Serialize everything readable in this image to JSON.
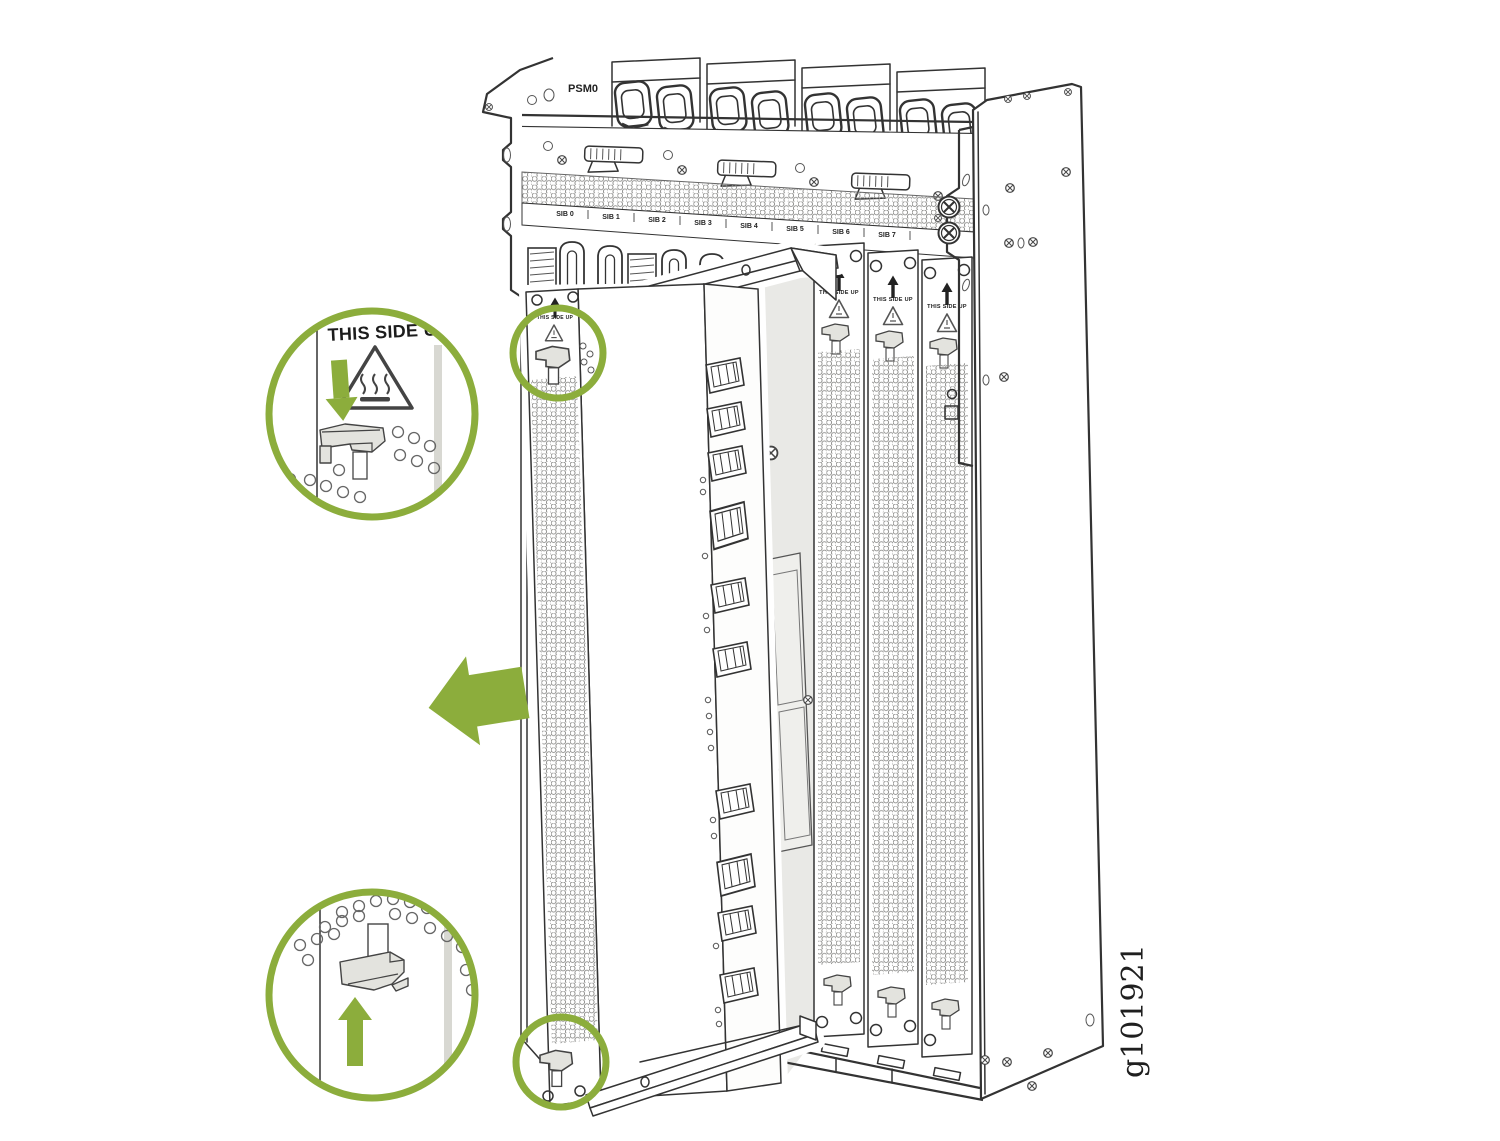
{
  "figure": {
    "id": "g101921"
  },
  "colors": {
    "accent_green": "#8cad3c",
    "line": "#333333",
    "panel_gray": "#e9e9e6",
    "latch_gray": "#e3e3de"
  },
  "labels": {
    "psm_slot": "PSM0",
    "this_side_up": "THIS SIDE UP",
    "sib_slots": [
      "SIB 0",
      "SIB 1",
      "SIB 2",
      "SIB 3",
      "SIB 4",
      "SIB 5",
      "SIB 6",
      "SIB 7"
    ]
  },
  "icons": {
    "callout_top_warning": "hot-surface-warning-icon",
    "callout_top_arrow": "down-arrow-icon",
    "callout_bottom_arrow": "up-arrow-icon",
    "removal_arrow": "left-arrow-icon"
  }
}
